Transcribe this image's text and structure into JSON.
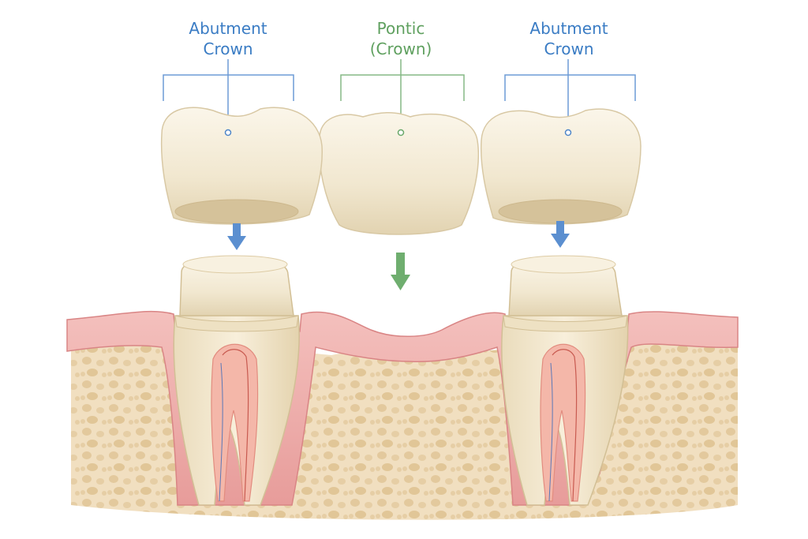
{
  "labels": {
    "left_abutment": {
      "line1": "Abutment",
      "line2": "Crown"
    },
    "pontic": {
      "line1": "Pontic",
      "line2": "(Crown)"
    },
    "right_abutment": {
      "line1": "Abutment",
      "line2": "Crown"
    }
  },
  "colors": {
    "abutment_label": "#3a7cc4",
    "pontic_label": "#5fa05f",
    "abutment_arrow": "#5b8fd0",
    "pontic_arrow": "#6fae6f",
    "crown": "#f3ead3",
    "crown_shadow": "#ddcfae",
    "gum": "#eca6a6",
    "gum_dark": "#d98585",
    "bone": "#efdcbc",
    "bone_pore": "#e2c79a",
    "pulp": "#f4b7a9"
  },
  "icons": {
    "down_arrow": "arrow-down-icon"
  }
}
